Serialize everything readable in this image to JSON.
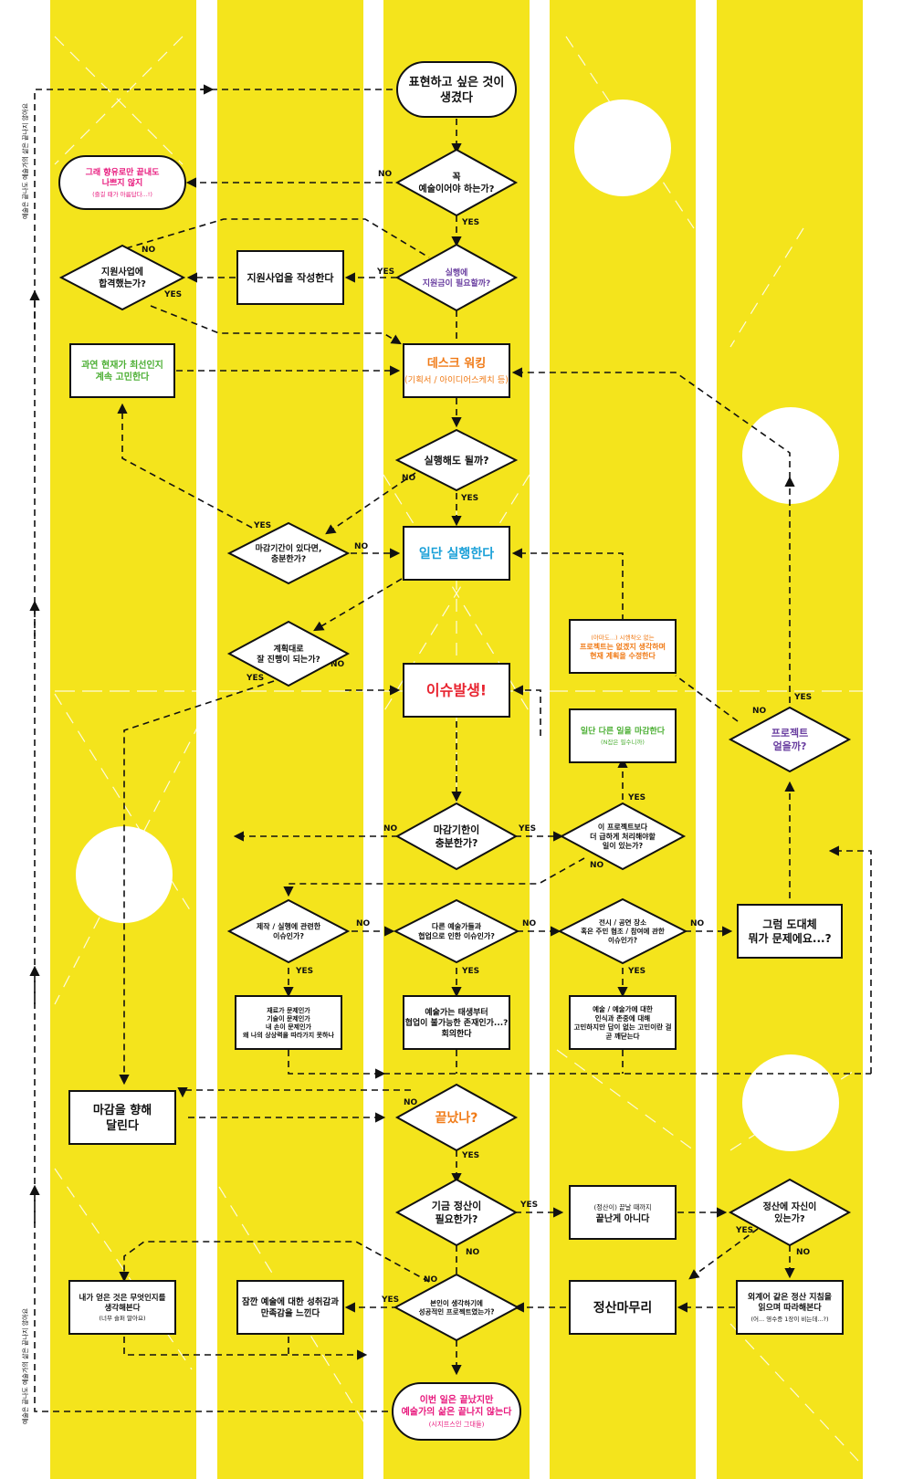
{
  "colors": {
    "yellow": "#f4e41c",
    "black": "#111111",
    "orange": "#f07a16",
    "blue": "#1aa0d8",
    "red": "#e8232f",
    "green": "#4caf34",
    "pink": "#e8197d",
    "purple": "#6a3fa0"
  },
  "edge_labels": {
    "yes": "YES",
    "no": "NO"
  },
  "side_text": {
    "left_top": "예술은 끝나도 예술가의 삶은 끝나지 않아요",
    "left_bottom": "예술은 끝나도 예술가의 삶은 끝나지 않아요"
  },
  "nodes": {
    "start": [
      "표현하고 싶은 것이",
      "생겼다"
    ],
    "q_art": [
      "꼭",
      "예술이어야 하는가?"
    ],
    "end_hobby": [
      "그래 향유로만 끝내도",
      "나쁘지 않지",
      "(즐길 때가 아름답다...!)"
    ],
    "q_fund": [
      "실행에",
      "지원금이 필요할까?"
    ],
    "write_app": [
      "지원사업을 작성한다"
    ],
    "q_pass": [
      "지원사업에",
      "합격했는가?"
    ],
    "desk": [
      "데스크 워킹",
      "(기획서 / 아이디어스케치 등)"
    ],
    "worry": [
      "과연 현재가 최선인지",
      "계속 고민한다"
    ],
    "q_go": [
      "실행해도 될까?"
    ],
    "q_time": [
      "마감기간이 있다면,",
      "충분한가?"
    ],
    "execute": [
      "일단 실행한다"
    ],
    "q_plan": [
      "계획대로",
      "잘 진행이 되는가?"
    ],
    "revise": [
      "(아마도...) 시행착오 없는",
      "프로젝트는 없겠지 생각하며",
      "현재 계획을 수정한다"
    ],
    "issue": [
      "이슈발생!"
    ],
    "other_task": [
      "일단 다른 일을 마감한다",
      "(N잡은 필수니까)"
    ],
    "q_project": [
      "프로젝트",
      "얼을까?"
    ],
    "q_deadline": [
      "마감기한이",
      "충분한가?"
    ],
    "q_urgent": [
      "이 프로젝트보다",
      "더 급하게 처리해야할",
      "일이 있는가?"
    ],
    "q_make": [
      "제작 / 실행에 관련한",
      "이슈인가?"
    ],
    "q_collab": [
      "다른 예술가들과",
      "협업으로 인한 이슈인가?"
    ],
    "q_venue": [
      "전시 / 공연 장소",
      "혹은 주민 협조 / 참여에 관한",
      "이슈인가?"
    ],
    "what_problem": [
      "그럼 도대체",
      "뭐가 문제에요...?"
    ],
    "r_make": [
      "재료가 문제인가",
      "기술이 문제인가",
      "내 손이 문제인가",
      "왜 나의 상상력을 따라가지 못하나"
    ],
    "r_collab": [
      "예술가는 태생부터",
      "협업이 불가능한 존재인가...?",
      "회의한다"
    ],
    "r_venue": [
      "예술 / 예술가에 대한",
      "인식과 존중에 대해",
      "고민하지만 답이 없는 고민이란 걸",
      "곧 깨닫는다"
    ],
    "run": [
      "마감을 향해",
      "달린다"
    ],
    "q_done": [
      "끝났나?"
    ],
    "q_settle": [
      "기금 정산이",
      "필요한가?"
    ],
    "settle_wait": [
      "(정산이) 끝날 때까지",
      "끝난게 아니다"
    ],
    "q_confident": [
      "정산에 자신이",
      "있는가?"
    ],
    "settle_finish": [
      "정산마무리"
    ],
    "guide": [
      "외계어 같은 정산 지침을",
      "읽으며 따라해본다",
      "(어... 영수증 1장이 비는데...?)"
    ],
    "q_success": [
      "본인이 생각하기에",
      "성공적인 프로젝트였는가?"
    ],
    "satisfy": [
      "잠깐 예술에 대한 성취감과",
      "만족감을 느낀다"
    ],
    "reflect": [
      "내가 얻은 것은 무엇인지를",
      "생각해본다",
      "(너무 슬퍼 말아요)"
    ],
    "end_final": [
      "이번 일은 끝났지만",
      "예술가의 삶은 끝나지 않는다",
      "(시지프스인 그대들)"
    ]
  }
}
